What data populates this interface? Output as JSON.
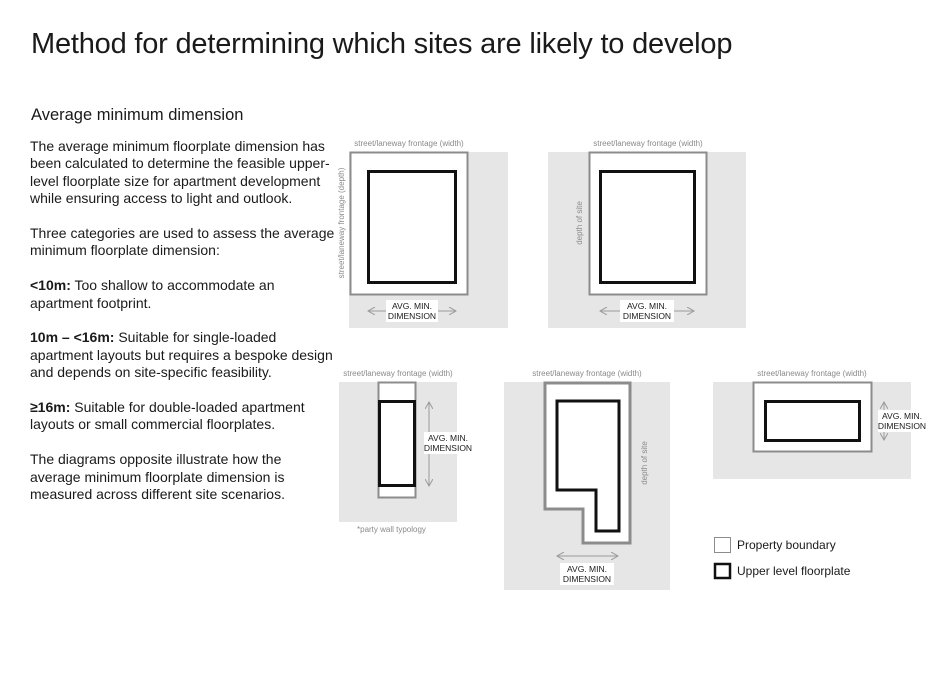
{
  "page": {
    "title": "Method for determining which sites are likely to develop",
    "subtitle": "Average minimum dimension"
  },
  "text": {
    "p1": "The average minimum floorplate dimension has been calculated to determine the feasible upper-level floorplate size for apartment development while ensuring access to light and outlook.",
    "p2": "Three categories are used to assess the average minimum floorplate dimension:",
    "c1_label": "<10m:",
    "c1_text": " Too shallow to accommodate an apartment footprint.",
    "c2_label": "10m – <16m:",
    "c2_text": " Suitable for single-loaded apartment layouts but requires a bespoke design and depends on site-specific feasibility.",
    "c3_label": "≥16m:",
    "c3_text": " Suitable for double-loaded apartment layouts or small commercial floorplates.",
    "p4": "The diagrams opposite illustrate how the average minimum floorplate dimension is measured across different site scenarios."
  },
  "diagram": {
    "frontage_label": "street/laneway frontage (width)",
    "frontage_depth_label": "street/laneway frontage (depth)",
    "depth_label": "depth of site",
    "dim_line1": "AVG. MIN.",
    "dim_line2": "DIMENSION",
    "party_wall_note": "*party wall typology"
  },
  "legend": {
    "property_boundary": "Property boundary",
    "upper_floorplate": "Upper level floorplate"
  },
  "colors": {
    "site_fill": "#e6e6e6",
    "boundary": "#8c8c8c",
    "floorplate": "#111111",
    "arrow": "#9a9a9a"
  }
}
